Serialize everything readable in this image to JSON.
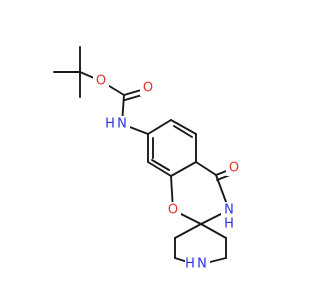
{
  "atom_labels": {
    "carbamate_ether_oxygen": "O",
    "carbamate_carbonyl_oxygen": "O",
    "carbamate_nitrogen": "N",
    "carbamate_nitrogen_h": "H",
    "ring_carbonyl_oxygen": "O",
    "ring_ether_oxygen": "O",
    "lactam_nitrogen": "N",
    "lactam_nitrogen_h": "H",
    "piperidine_nitrogen": "N",
    "piperidine_nitrogen_h": "H"
  },
  "colors": {
    "bond": "#1a1a1a",
    "oxygen": "#e8312a",
    "nitrogen": "#2a32e8"
  }
}
